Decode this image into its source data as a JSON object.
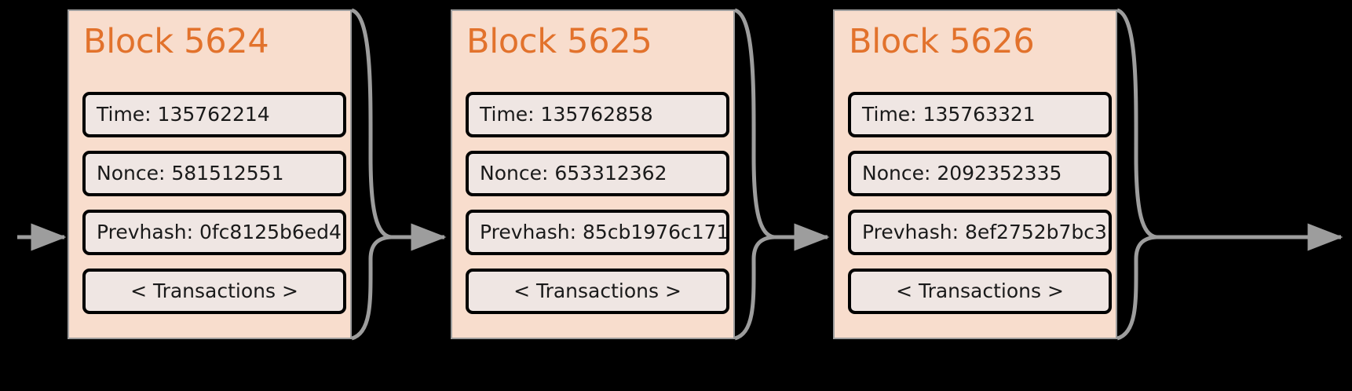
{
  "diagram": {
    "type": "blockchain-chain",
    "background_color": "#000000",
    "block_fill": "#f8ddcd",
    "block_border": "#9d9d9d",
    "field_fill": "#efe6e3",
    "field_border": "#000000",
    "title_color": "#e2722c",
    "connector_color": "#9d9d9d",
    "field_labels": [
      "Time",
      "Nonce",
      "Prevhash",
      "Transactions"
    ],
    "transactions_label": "< Transactions >"
  },
  "blocks": [
    {
      "title": "Block 5624",
      "time": "Time: 135762214",
      "nonce": "Nonce: 581512551",
      "prevhash": "Prevhash: 0fc8125b6ed4",
      "transactions": "< Transactions >"
    },
    {
      "title": "Block 5625",
      "time": "Time: 135762858",
      "nonce": "Nonce: 653312362",
      "prevhash": "Prevhash: 85cb1976c171",
      "transactions": "< Transactions >"
    },
    {
      "title": "Block 5626",
      "time": "Time: 135763321",
      "nonce": "Nonce: 2092352335",
      "prevhash": "Prevhash: 8ef2752b7bc3",
      "transactions": "< Transactions >"
    }
  ],
  "connectors": [
    {
      "name": "incoming-arrow"
    },
    {
      "name": "link-block-5624-to-5625"
    },
    {
      "name": "link-block-5625-to-5626"
    },
    {
      "name": "outgoing-arrow"
    }
  ]
}
